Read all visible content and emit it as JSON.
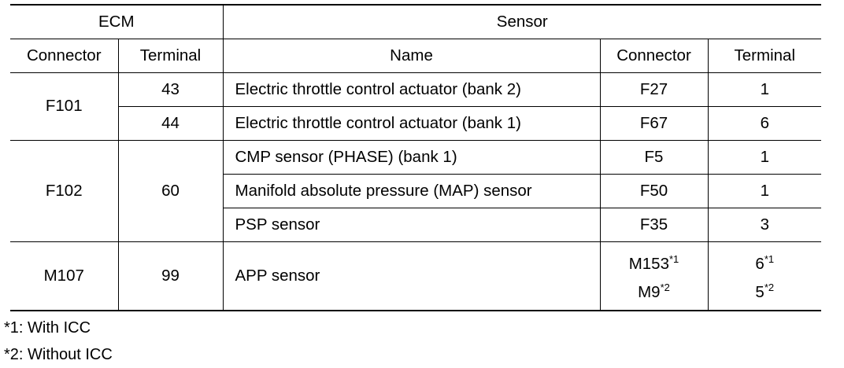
{
  "header": {
    "ecm": "ECM",
    "sensor": "Sensor",
    "connector": "Connector",
    "terminal": "Terminal",
    "name": "Name",
    "sensor_connector": "Connector",
    "sensor_terminal": "Terminal"
  },
  "rows": [
    {
      "ecm_connector": "F101",
      "ecm_terminal": "43",
      "name": "Electric throttle control actuator (bank 2)",
      "connector": "F27",
      "terminal": "1"
    },
    {
      "ecm_terminal": "44",
      "name": "Electric throttle control actuator (bank 1)",
      "connector": "F67",
      "terminal": "6"
    },
    {
      "ecm_connector": "F102",
      "ecm_terminal": "60",
      "name": "CMP sensor (PHASE) (bank 1)",
      "connector": "F5",
      "terminal": "1"
    },
    {
      "name": "Manifold absolute pressure (MAP) sensor",
      "connector": "F50",
      "terminal": "1"
    },
    {
      "name": "PSP sensor",
      "connector": "F35",
      "terminal": "3"
    },
    {
      "ecm_connector": "M107",
      "ecm_terminal": "99",
      "name": "APP sensor",
      "connector_1": "M153",
      "connector_1_note": "*1",
      "connector_2": "M9",
      "connector_2_note": "*2",
      "terminal_1": "6",
      "terminal_1_note": "*1",
      "terminal_2": "5",
      "terminal_2_note": "*2"
    }
  ],
  "notes": [
    "*1: With ICC",
    "*2: Without ICC"
  ]
}
